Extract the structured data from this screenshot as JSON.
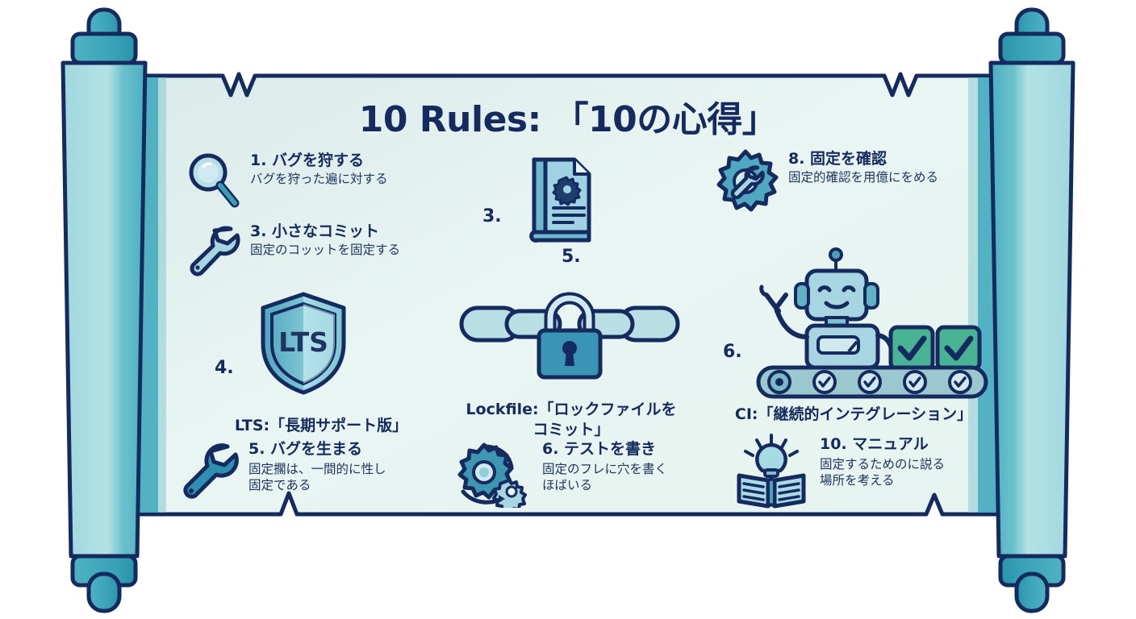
{
  "title": "10 Rules: 「10の心得」",
  "colors": {
    "ink": "#152a5e",
    "parchment_light": "#e8f4f2",
    "parchment_edge": "#4aadbf",
    "rod_light": "#a6dbe0",
    "rod_mid": "#4aafc0",
    "rod_cap": "#2a95ae",
    "icon_light": "#a9d8e2",
    "icon_mid": "#5fa8bd",
    "icon_teal": "#2b8aa8",
    "check_green": "#49b494",
    "background": "#ffffff"
  },
  "items": [
    {
      "id": "rule-1",
      "icon": "magnifier-icon",
      "number": "1.",
      "heading": "1. バグを狩する",
      "sub": "バグを狩った遍に対する"
    },
    {
      "id": "rule-3-left",
      "icon": "wrench-light-icon",
      "number": "3.",
      "heading": "3. 小さなコミット",
      "sub": "固定のコッットを固定する"
    },
    {
      "id": "rule-8",
      "icon": "gear-wrench-icon",
      "number": "8.",
      "heading": "8. 固定を確認",
      "sub": "固定的確認を用億にをめる"
    },
    {
      "id": "rule-5-bottom",
      "icon": "wrench-teal-icon",
      "number": "5.",
      "heading": "5. バグを生まる",
      "sub_line1": "固定擱は、一間的に性し",
      "sub_line2": "固定である"
    },
    {
      "id": "rule-6-bottom",
      "icon": "gears-cycle-icon",
      "number": "6.",
      "heading": "6. テストを書き",
      "sub_line1": "固定のフレに穴を書く",
      "sub_line2": "ほばいる"
    },
    {
      "id": "rule-10",
      "icon": "book-lightbulb-icon",
      "number": "10.",
      "heading": "10. マニュアル",
      "sub_line1": "固定するためのに説る",
      "sub_line2": "場所を考える"
    }
  ],
  "figures": [
    {
      "id": "figure-3-doc",
      "number": "3.",
      "icon": "document-gear-icon",
      "caption": ""
    },
    {
      "id": "figure-4-lts",
      "number": "4.",
      "icon": "shield-lts-icon",
      "badge_text": "LTS",
      "caption": "LTS:「長期サポート版」"
    },
    {
      "id": "figure-5-lockfile",
      "number": "5.",
      "icon": "lock-chain-icon",
      "caption_line1": "Lockfile:「ロックファイルを",
      "caption_line2": "コミット」"
    },
    {
      "id": "figure-6-ci",
      "number": "6.",
      "icon": "robot-conveyor-icon",
      "caption": "CI:「継続的インテグレーション」"
    }
  ]
}
